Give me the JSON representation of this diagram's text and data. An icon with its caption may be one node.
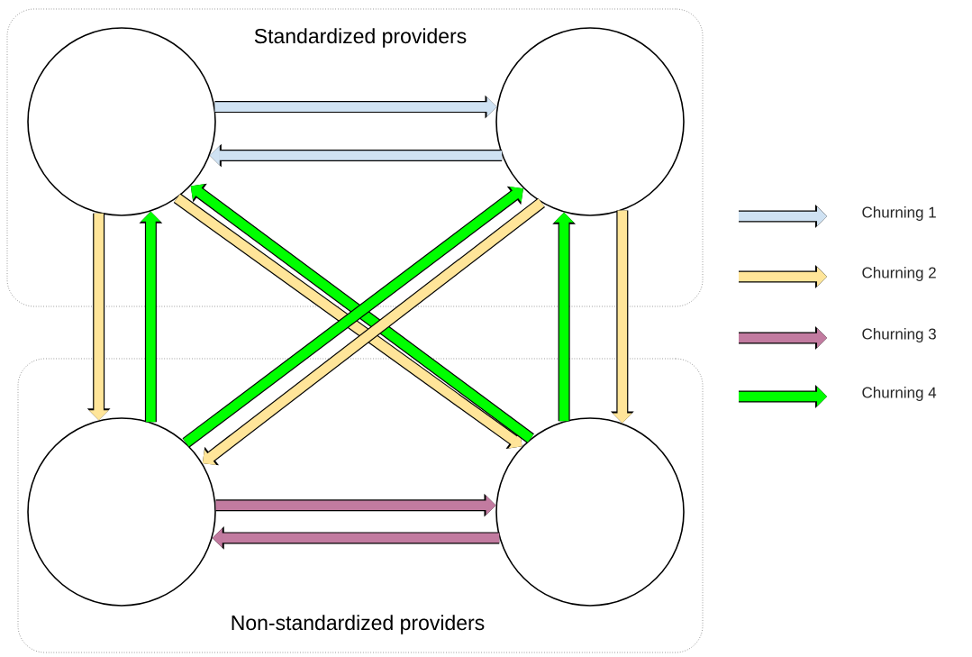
{
  "diagram": {
    "nodes": [
      {
        "text": [
          "Standardized providers"
        ]
      },
      {
        "text": [],
        "shape": "circle",
        "in": 0
      },
      {
        "text": [],
        "shape": "circle",
        "in": 0
      },
      {
        "text": [
          "Non-standardized providers"
        ]
      },
      {
        "text": [],
        "shape": "circle",
        "in": 3
      },
      {
        "text": [],
        "shape": "circle",
        "in": 3
      }
    ],
    "edges": [
      {
        "from": 1,
        "to": 2,
        "arrow": "to",
        "color": "#cfe2f3"
      },
      {
        "from": 2,
        "to": 1,
        "arrow": "to",
        "color": "#cfe2f3"
      },
      {
        "from": 1,
        "to": 4,
        "arrow": "to",
        "color": "#ffe599"
      },
      {
        "from": 4,
        "to": 1,
        "arrow": "to",
        "color": "#00ff00"
      },
      {
        "from": 1,
        "to": 5,
        "arrow": "to",
        "color": "#ffe599"
      },
      {
        "from": 5,
        "to": 1,
        "arrow": "to",
        "color": "#00ff00"
      },
      {
        "from": 4,
        "to": 2,
        "arrow": "to",
        "color": "#00ff00"
      },
      {
        "from": 2,
        "to": 4,
        "arrow": "to",
        "color": "#ffe599"
      },
      {
        "from": 5,
        "to": 2,
        "arrow": "to",
        "color": "#00ff00"
      },
      {
        "from": 2,
        "to": 5,
        "arrow": "to",
        "color": "#ffe599"
      },
      {
        "from": 4,
        "to": 5,
        "arrow": "to",
        "color": "#c27ba0"
      },
      {
        "from": 5,
        "to": 4,
        "arrow": "to",
        "color": "#c27ba0"
      }
    ],
    "legend": [
      {
        "text": "Churning 1",
        "color": "#cfe2f3"
      },
      {
        "text": "Churning 2",
        "color": "#ffe599"
      },
      {
        "text": "Churning 3",
        "color": "#c27ba0"
      },
      {
        "text": "Churning 4",
        "color": "#00ff00"
      }
    ]
  }
}
